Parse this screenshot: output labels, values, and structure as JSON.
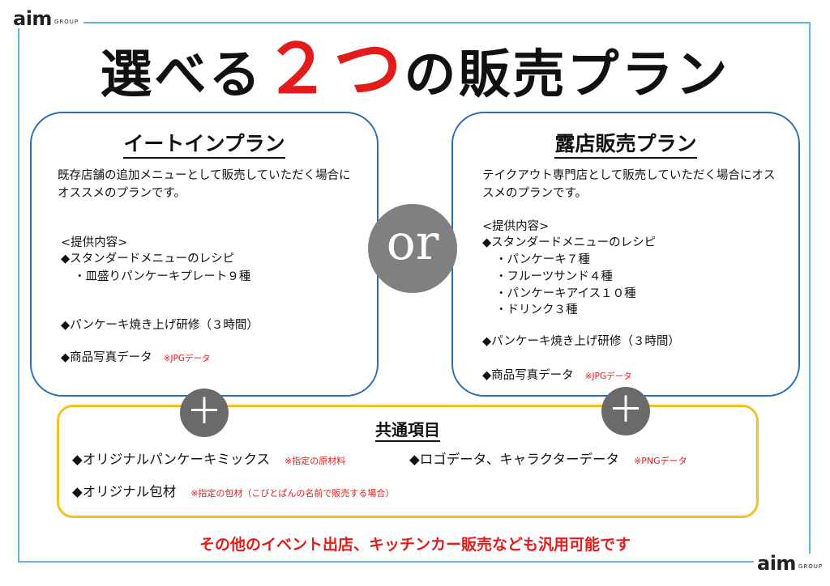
{
  "logo": {
    "main": "aim",
    "sub": "GROUP"
  },
  "title": {
    "part1": "選べる",
    "highlight": "２つ",
    "part2": "の販売プラン"
  },
  "or_label": "or",
  "plus_symbol": "＋",
  "plan_eat_in": {
    "title": "イートインプラン",
    "desc": "既存店舗の追加メニューとして販売していただく場合にオススメのプランです。",
    "contents_label": "<提供内容>",
    "items": [
      "◆スタンダードメニューのレシピ",
      "・皿盛りパンケーキプレート９種",
      "◆パンケーキ焼き上げ研修（３時間）",
      "◆商品写真データ"
    ],
    "photo_note": "※JPGデータ"
  },
  "plan_stall": {
    "title": "露店販売プラン",
    "desc": "テイクアウト専門店として販売していただく場合にオススメのプランです。",
    "contents_label": "<提供内容>",
    "items": [
      "◆スタンダードメニューのレシピ",
      "・パンケーキ７種",
      "・フルーツサンド４種",
      "・パンケーキアイス１０種",
      "・ドリンク３種",
      "◆パンケーキ焼き上げ研修（３時間）",
      "◆商品写真データ"
    ],
    "photo_note": "※JPGデータ"
  },
  "common": {
    "title": "共通項目",
    "mix": "◆オリジナルパンケーキミックス",
    "mix_note": "※指定の原材料",
    "logo_data": "◆ロゴデータ、キャラクターデータ",
    "logo_note": "※PNGデータ",
    "packaging": "◆オリジナル包材",
    "packaging_note": "※指定の包材（こびとぱんの名前で販売する場合）"
  },
  "footer": "その他のイベント出店、キッチンカー販売なども汎用可能です",
  "colors": {
    "accent_red": "#e31b1b",
    "frame_blue": "#5bb7e0",
    "box_blue": "#2b6fb0",
    "box_yellow": "#f2c224",
    "circle_gray": "#808080"
  }
}
